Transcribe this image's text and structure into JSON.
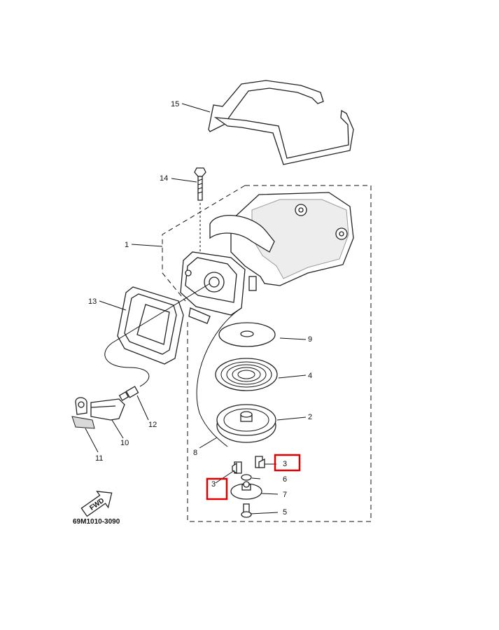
{
  "diagram": {
    "code": "69M1010-3090",
    "fwd_badge": "FWD",
    "part_labels": [
      "1",
      "2",
      "3",
      "3",
      "4",
      "5",
      "6",
      "7",
      "8",
      "9",
      "10",
      "11",
      "12",
      "13",
      "14",
      "15"
    ],
    "highlight_color": "#e00000",
    "icons": [
      "fwd-arrow-icon"
    ]
  }
}
